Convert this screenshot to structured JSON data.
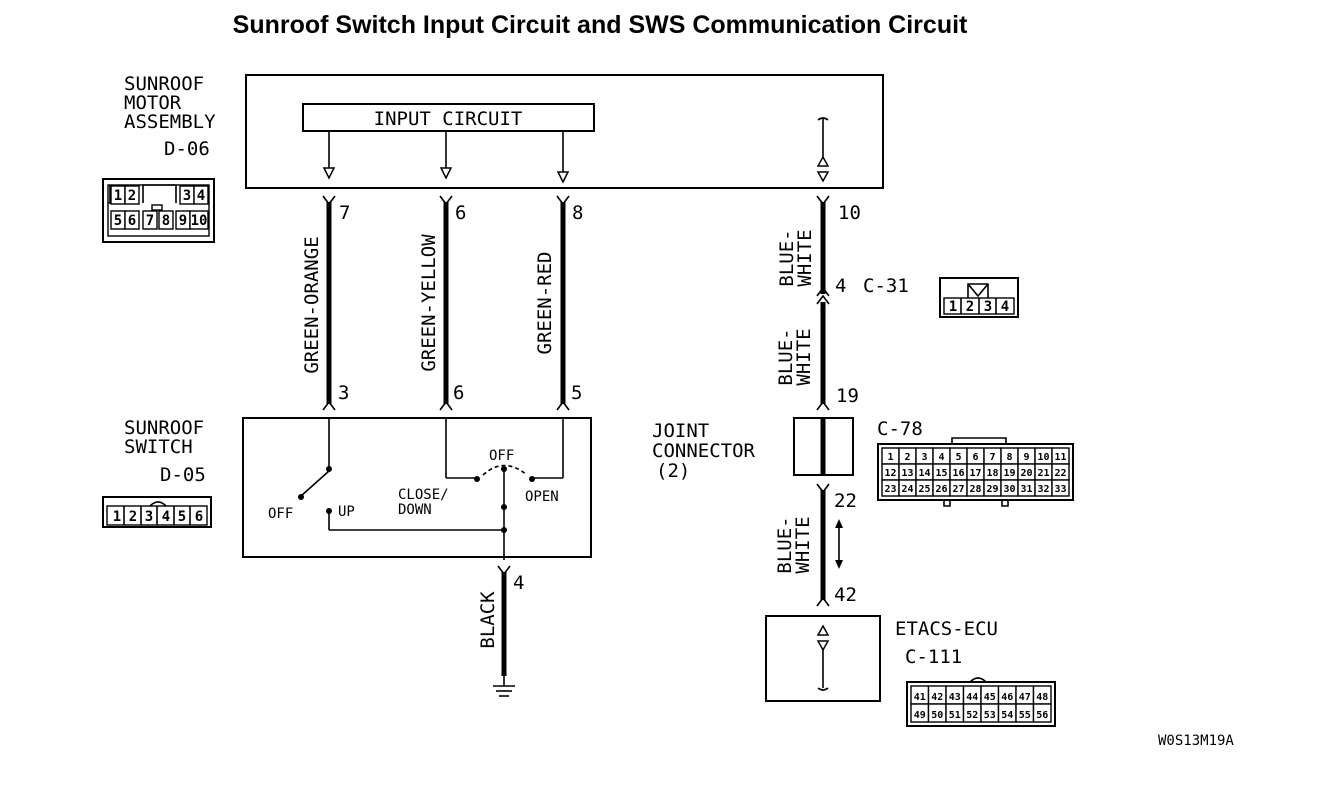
{
  "title": "Sunroof Switch Input Circuit and SWS Communication Circuit",
  "motor_assembly": {
    "name_lines": [
      "SUNROOF",
      "MOTOR",
      "ASSEMBLY"
    ],
    "connector": "D-06",
    "input_circuit_label": "INPUT CIRCUIT",
    "connector_pins": [
      "1",
      "2",
      "3",
      "4",
      "5",
      "6",
      "7",
      "8",
      "9",
      "10"
    ]
  },
  "wires": {
    "green_orange": {
      "color_label": "GREEN-ORANGE",
      "top_pin": "7",
      "bottom_pin": "3"
    },
    "green_yellow": {
      "color_label": "GREEN-YELLOW",
      "top_pin": "6",
      "bottom_pin": "6"
    },
    "green_red": {
      "color_label": "GREEN-RED",
      "top_pin": "8",
      "bottom_pin": "5"
    },
    "black": {
      "color_label": "BLACK",
      "pin": "4"
    },
    "blue_white_1": {
      "label_line1": "BLUE-",
      "label_line2": "WHITE",
      "top_pin": "10",
      "bottom_pin": "4"
    },
    "blue_white_2": {
      "label_line1": "BLUE-",
      "label_line2": "WHITE",
      "bottom_pin": "19"
    },
    "blue_white_3": {
      "label_line1": "BLUE-",
      "label_line2": "WHITE",
      "top_pin": "22",
      "bottom_pin": "42"
    }
  },
  "connector_c31": {
    "name": "C-31",
    "pins": [
      "1",
      "2",
      "3",
      "4"
    ]
  },
  "sunroof_switch": {
    "name_lines": [
      "SUNROOF",
      "SWITCH"
    ],
    "connector": "D-05",
    "off_left": "OFF",
    "up": "UP",
    "off_right": "OFF",
    "close_down_line1": "CLOSE/",
    "close_down_line2": "DOWN",
    "open": "OPEN",
    "connector_pins": [
      "1",
      "2",
      "3",
      "4",
      "5",
      "6"
    ]
  },
  "joint_connector": {
    "name_lines": [
      "JOINT",
      "CONNECTOR",
      "(2)"
    ],
    "connector": "C-78",
    "pins_row1": [
      "1",
      "2",
      "3",
      "4",
      "5",
      "6",
      "7",
      "8",
      "9",
      "10",
      "11"
    ],
    "pins_row2": [
      "12",
      "13",
      "14",
      "15",
      "16",
      "17",
      "18",
      "19",
      "20",
      "21",
      "22"
    ],
    "pins_row3": [
      "23",
      "24",
      "25",
      "26",
      "27",
      "28",
      "29",
      "30",
      "31",
      "32",
      "33"
    ]
  },
  "etacs": {
    "name": "ETACS-ECU",
    "connector": "C-111",
    "pins_row1": [
      "41",
      "42",
      "43",
      "44",
      "45",
      "46",
      "47",
      "48"
    ],
    "pins_row2": [
      "49",
      "50",
      "51",
      "52",
      "53",
      "54",
      "55",
      "56"
    ]
  },
  "figure_code": "W0S13M19A"
}
